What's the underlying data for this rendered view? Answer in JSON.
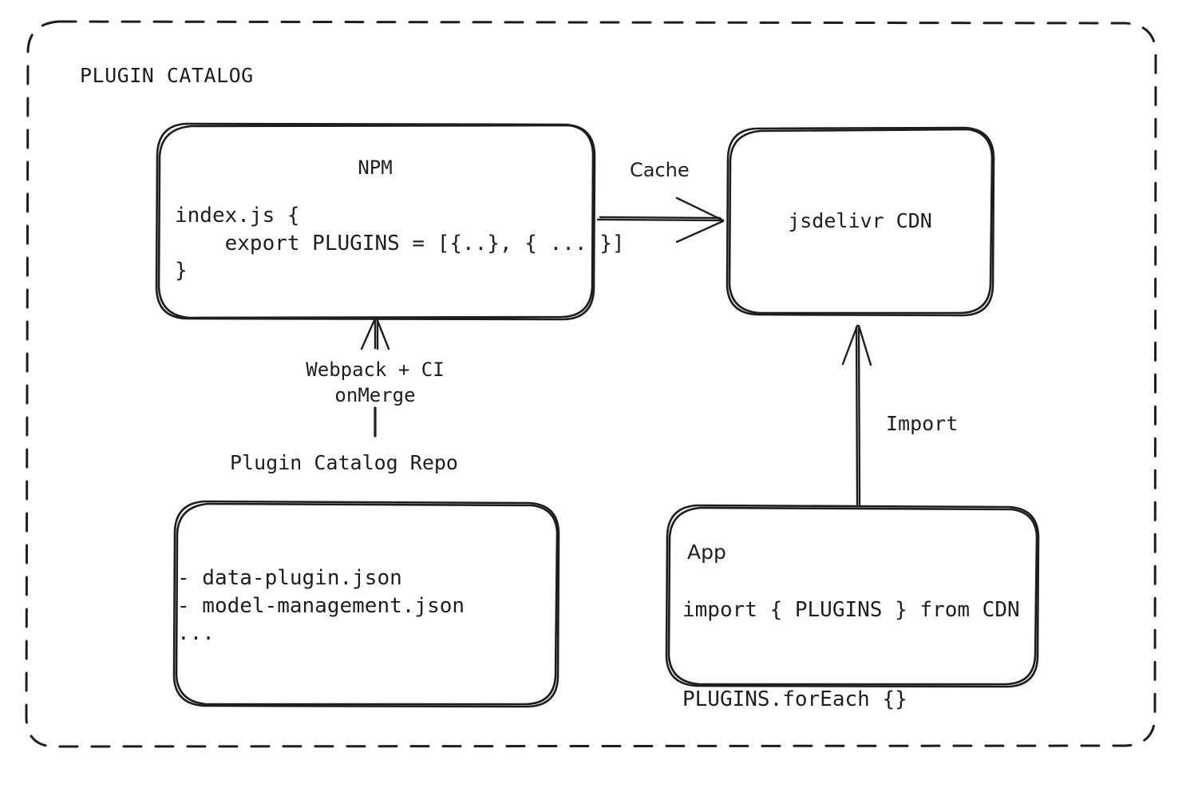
{
  "diagram": {
    "title": "PLUGIN CATALOG",
    "style": "hand-drawn",
    "stroke_color": "#1e1e1e",
    "background_color": "#ffffff"
  },
  "nodes": {
    "npm": {
      "title": "NPM",
      "code": "index.js {\n    export PLUGINS = [{..}, { ... }]\n}"
    },
    "cdn": {
      "title": "jsdelivr CDN"
    },
    "repo": {
      "caption": "Plugin Catalog Repo",
      "files": "- data-plugin.json\n- model-management.json\n..."
    },
    "app": {
      "title": "App",
      "code": "import { PLUGINS } from CDN\n\nPLUGINS.forEach {}"
    }
  },
  "edges": {
    "cache": {
      "label": "Cache",
      "from": "npm",
      "to": "cdn"
    },
    "build": {
      "label": "Webpack + CI\nonMerge",
      "from": "repo",
      "to": "npm"
    },
    "import": {
      "label": "Import",
      "from": "app",
      "to": "cdn"
    }
  }
}
